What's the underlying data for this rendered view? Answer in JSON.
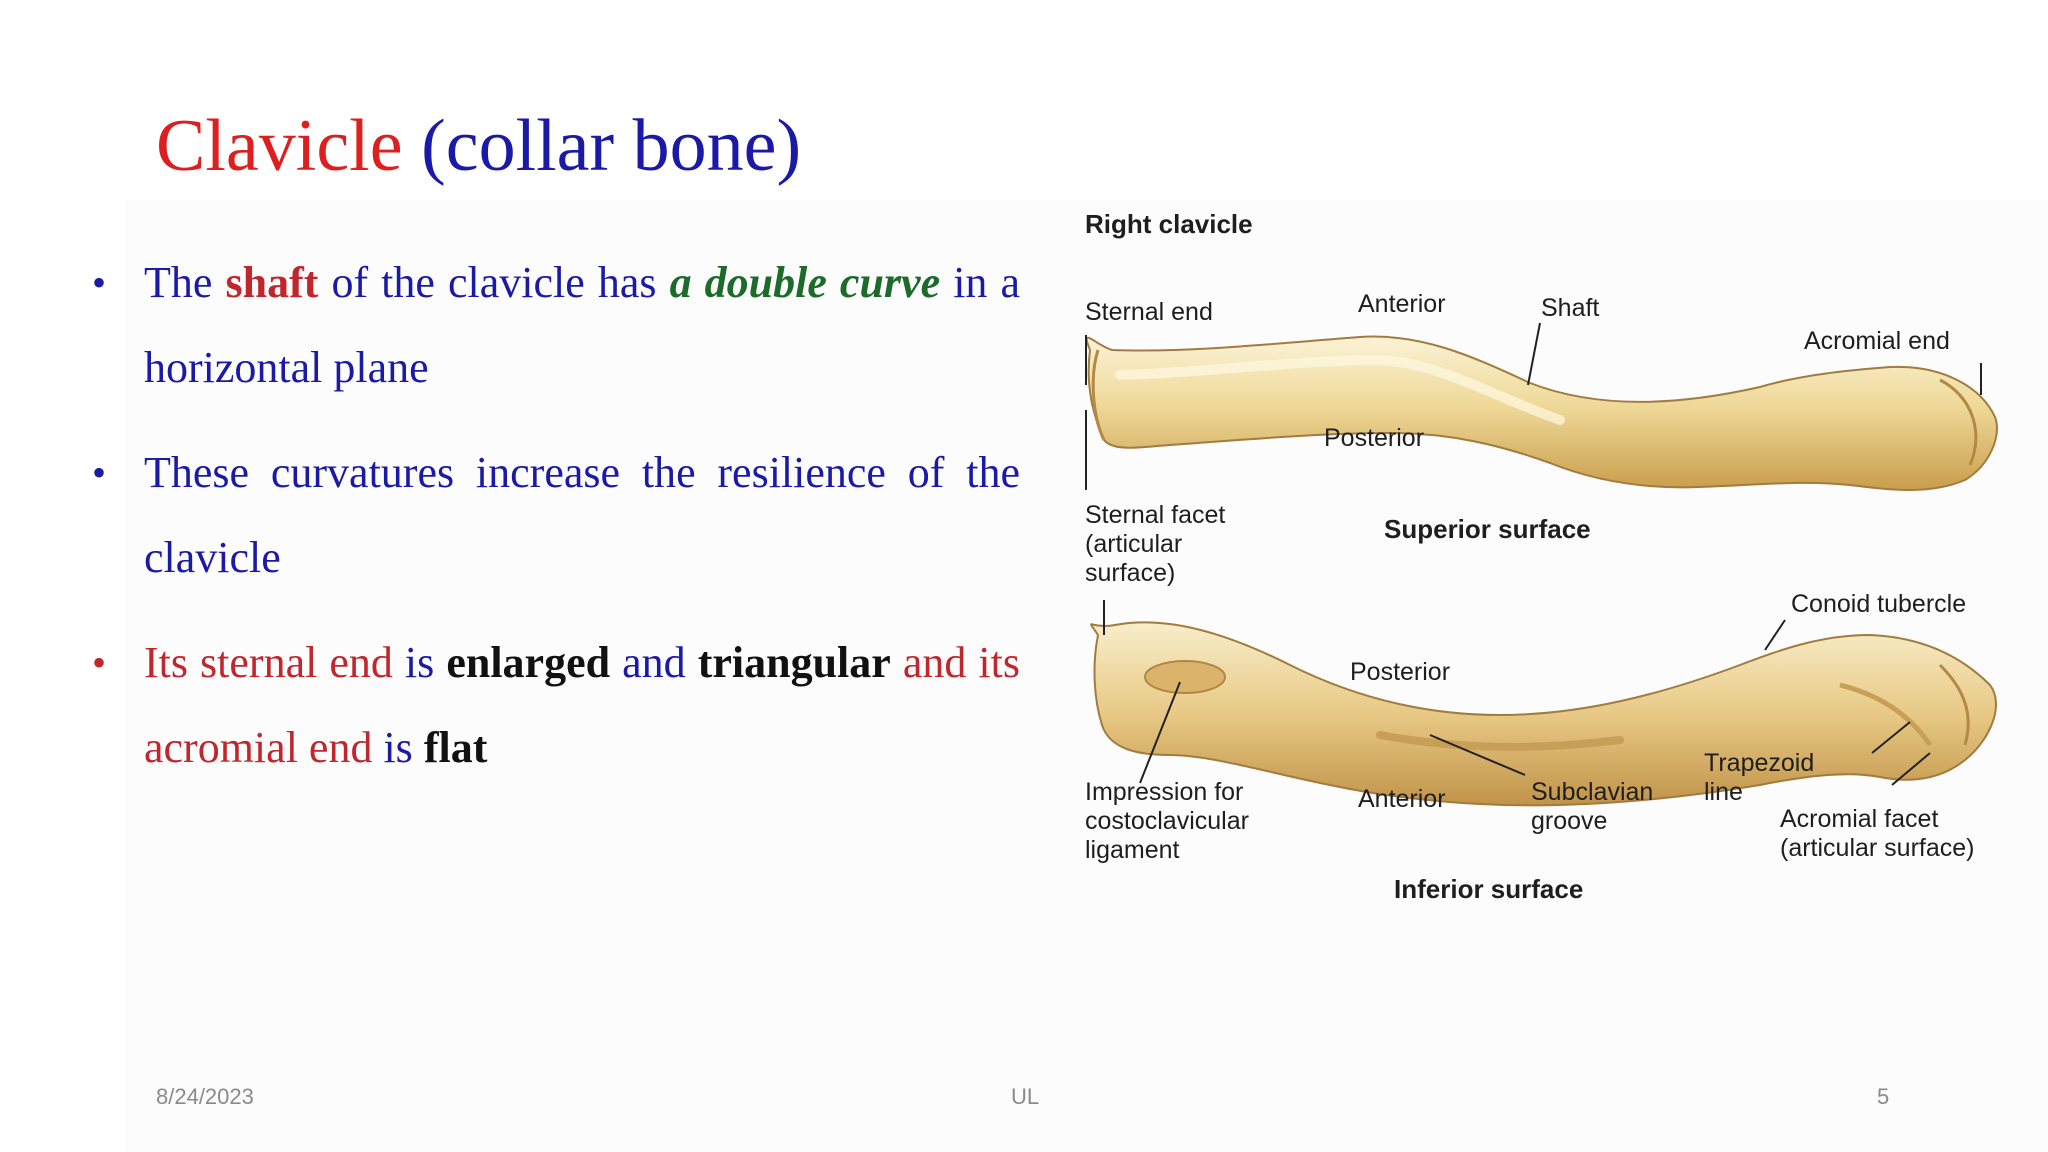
{
  "title": {
    "main": "Clavicle",
    "sub": "(collar bone)"
  },
  "bullets": [
    {
      "parts": [
        "The ",
        "shaft",
        " of the clavicle has ",
        "a double curve",
        " in a horizontal plane"
      ]
    },
    {
      "parts": [
        "These curvatures increase the resilience of the clavicle"
      ]
    },
    {
      "parts": [
        "Its sternal end",
        " is ",
        "enlarged",
        " and ",
        "triangular",
        " and its acromial end",
        " is ",
        "flat"
      ]
    }
  ],
  "diagram": {
    "heading": "Right clavicle",
    "superior": {
      "caption": "Superior surface",
      "labels": {
        "sternal_end": "Sternal end",
        "anterior": "Anterior",
        "shaft": "Shaft",
        "acromial_end": "Acromial end",
        "posterior": "Posterior",
        "sternal_facet": "Sternal facet\n(articular\nsurface)"
      }
    },
    "inferior": {
      "caption": "Inferior surface",
      "labels": {
        "conoid_tubercle": "Conoid tubercle",
        "posterior": "Posterior",
        "trapezoid_line": "Trapezoid\nline",
        "impression": "Impression for\ncostoclavicular\nligament",
        "anterior": "Anterior",
        "subclavian_groove": "Subclavian\ngroove",
        "acromial_facet": "Acromial facet\n(articular surface)"
      }
    },
    "colors": {
      "bone_light": "#f7ecc4",
      "bone_mid": "#e9cf87",
      "bone_dark": "#c9a14f"
    }
  },
  "footer": {
    "date": "8/24/2023",
    "center": "UL",
    "page": "5"
  }
}
